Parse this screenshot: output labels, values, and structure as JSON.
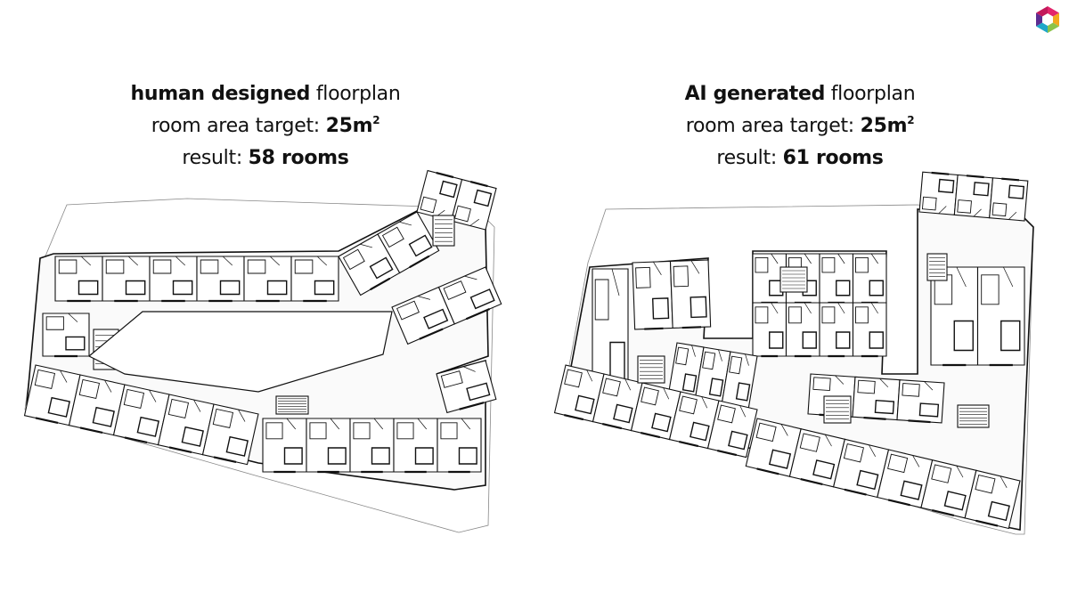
{
  "brand": {
    "logo_icon": "hexagon-cube-logo-icon",
    "colors": [
      "#e3246b",
      "#f2a81d",
      "#1fa7c9",
      "#5c2d91",
      "#8bc34a"
    ]
  },
  "left": {
    "title_bold": "human designed",
    "title_rest": " floorplan",
    "target_label": "room area target: ",
    "target_value": "25m",
    "target_sup": "2",
    "result_label": "result: ",
    "result_value": "58 rooms"
  },
  "right": {
    "title_bold": "AI generated",
    "title_rest": " floorplan",
    "target_label": "room area target: ",
    "target_value": "25m",
    "target_sup": "2",
    "result_label": "result: ",
    "result_value": "61 rooms"
  }
}
